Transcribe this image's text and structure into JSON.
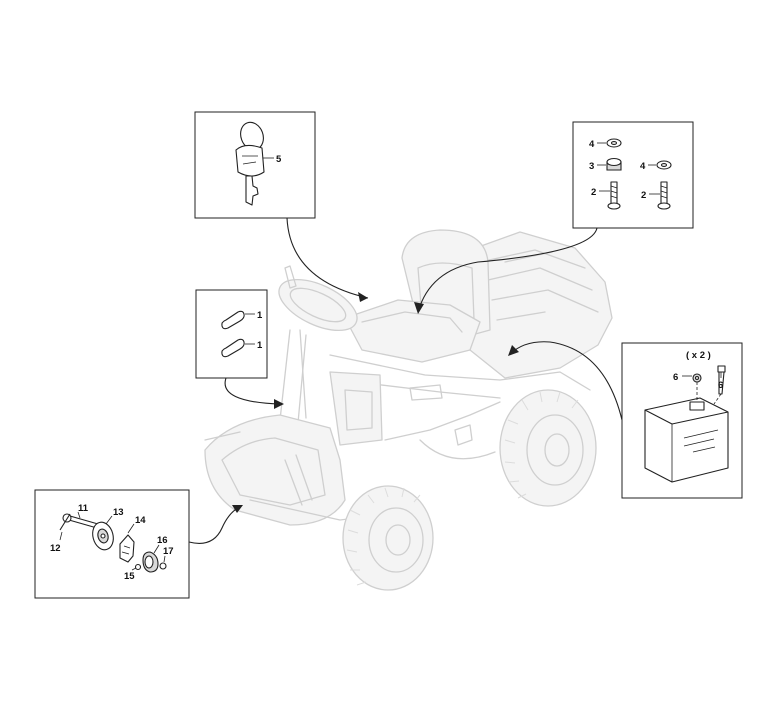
{
  "callouts": {
    "key": "5",
    "battery_qty": "( x 2 )",
    "battery_nut": "6",
    "battery_bolt": "6",
    "bolt_set": {
      "washer_a": "4",
      "nut_a": "3",
      "bolt_a": "2",
      "washer_b": "4",
      "bolt_b": "2"
    },
    "pins": {
      "pin_top": "1",
      "pin_bottom": "1"
    },
    "wheel_parts": {
      "axle_pin": "11",
      "washer": "12",
      "hub_disc": "13",
      "bracket": "14",
      "small_washer": "15",
      "cap": "16",
      "nut": "17"
    }
  }
}
